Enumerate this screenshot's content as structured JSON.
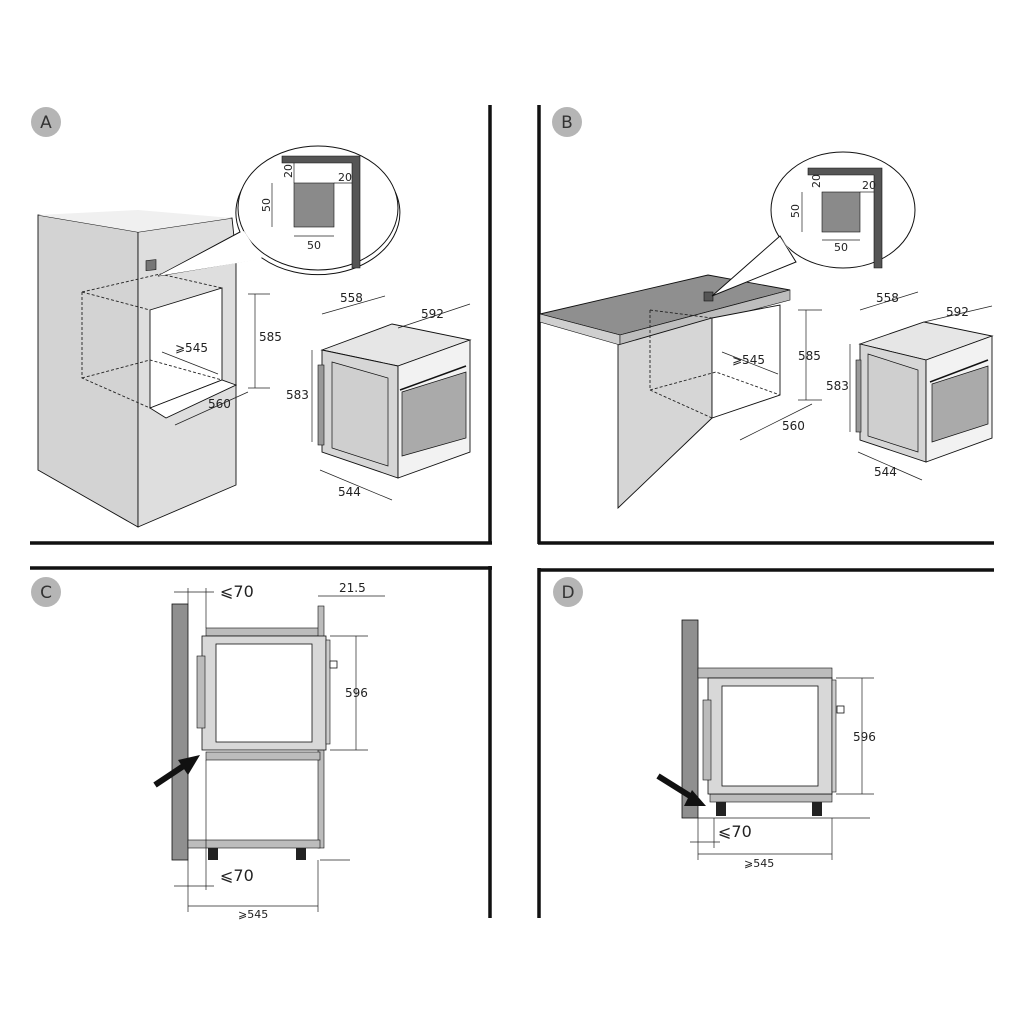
{
  "panels": [
    {
      "id": "A",
      "label": "A",
      "callout": {
        "d20a": "20",
        "d20b": "20",
        "d50a": "50",
        "d50b": "50"
      },
      "niche": {
        "width": "560",
        "height": "585",
        "depth": "⩾545"
      },
      "oven": {
        "depth": "558",
        "width": "592",
        "height": "583",
        "front": "544"
      }
    },
    {
      "id": "B",
      "label": "B",
      "callout": {
        "d20a": "20",
        "d20b": "20",
        "d50a": "50",
        "d50b": "50"
      },
      "niche": {
        "width": "560",
        "height": "585",
        "depth": "⩾545"
      },
      "oven": {
        "depth": "558",
        "width": "592",
        "height": "583",
        "front": "544"
      }
    },
    {
      "id": "C",
      "label": "C",
      "dims": {
        "gap_top": "⩽70",
        "gap_bottom": "⩽70",
        "front_offset": "21.5",
        "height": "596",
        "depth": "⩾545"
      }
    },
    {
      "id": "D",
      "label": "D",
      "dims": {
        "gap_bottom": "⩽70",
        "height": "596",
        "depth": "⩾545"
      }
    }
  ]
}
